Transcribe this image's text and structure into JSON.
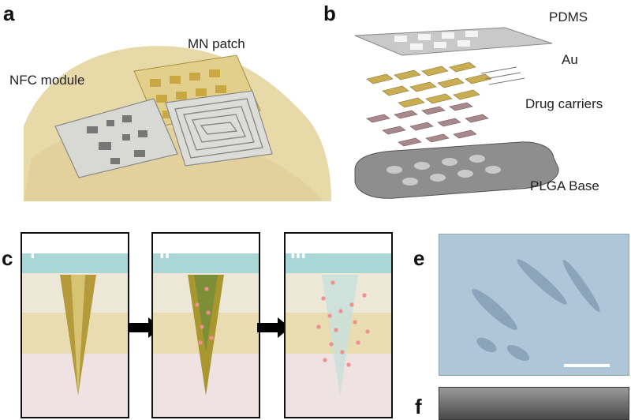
{
  "panels": {
    "a": {
      "letter": "a",
      "labels": {
        "mn_patch": "MN patch",
        "nfc_module": "NFC module"
      }
    },
    "b": {
      "letter": "b",
      "layers": [
        "PDMS",
        "Au",
        "Drug carriers",
        "PLGA Base"
      ]
    },
    "c": {
      "letter": "c",
      "stages": [
        "i",
        "ii",
        "iii"
      ]
    },
    "e": {
      "letter": "e"
    },
    "f": {
      "letter": "f"
    }
  },
  "colors": {
    "skin_top": "#a9d6d6",
    "skin_mid": "#e8dcb0",
    "skin_low": "#eddede",
    "gold": "#b59a3c",
    "drug_dot": "#ef8f8f",
    "micrograph_bg": "#aec6d8"
  }
}
